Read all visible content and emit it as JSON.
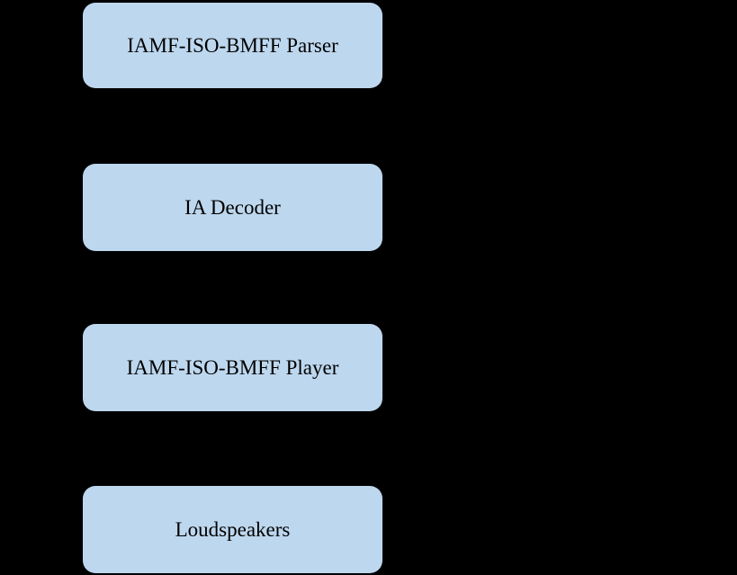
{
  "canvas": {
    "background_color": "#000000"
  },
  "diagram": {
    "type": "vertical-flow-stack",
    "node_fill_color": "#BDD7EE",
    "node_text_color": "#000000",
    "nodes": [
      {
        "label": "IAMF-ISO-BMFF Parser"
      },
      {
        "label": "IA Decoder"
      },
      {
        "label": "IAMF-ISO-BMFF Player"
      },
      {
        "label": "Loudspeakers"
      }
    ]
  }
}
